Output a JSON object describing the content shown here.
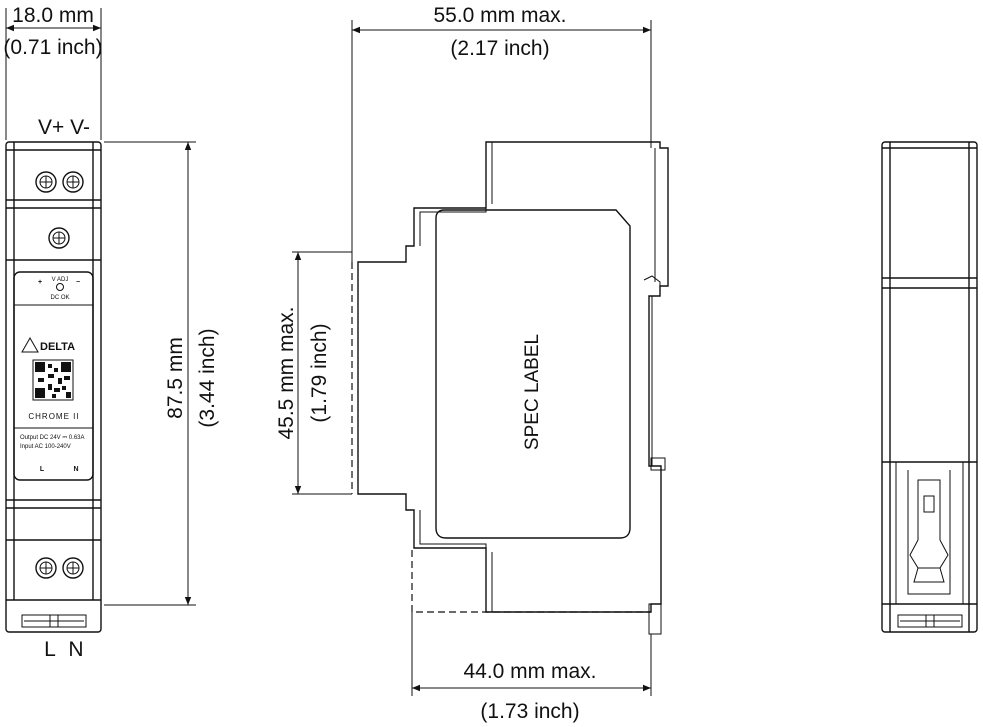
{
  "front_view": {
    "width_mm": "18.0 mm",
    "width_inch": "(0.71 inch)",
    "height_mm": "87.5 mm",
    "height_inch": "(3.44 inch)",
    "top_terminals": "V+ V-",
    "bottom_terminal_l": "L",
    "bottom_terminal_n": "N",
    "label": {
      "plus": "+",
      "minus": "−",
      "vadj": "V ADJ",
      "dcok": "DC OK",
      "brand": "DELTA",
      "series": "CHROME II",
      "output": "Output DC 24V ⎓ 0.63A",
      "input": "Input AC 100-240V",
      "l": "L",
      "n": "N"
    }
  },
  "side_view": {
    "depth_mm": "55.0 mm max.",
    "depth_inch": "(2.17 inch)",
    "body_height_mm": "45.5 mm max.",
    "body_height_inch": "(1.79 inch)",
    "base_depth_mm": "44.0 mm max.",
    "base_depth_inch": "(1.73 inch)",
    "spec_label": "SPEC LABEL"
  }
}
